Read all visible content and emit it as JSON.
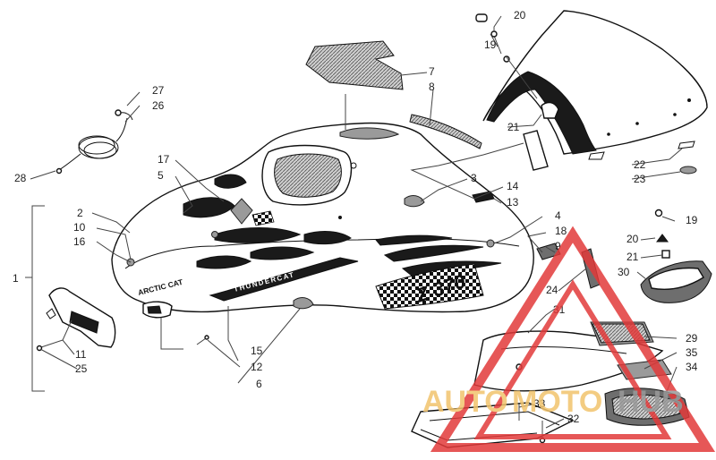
{
  "callouts": [
    {
      "id": "c1",
      "label": "1"
    },
    {
      "id": "c2",
      "label": "2"
    },
    {
      "id": "c3",
      "label": "3"
    },
    {
      "id": "c4",
      "label": "4"
    },
    {
      "id": "c5",
      "label": "5"
    },
    {
      "id": "c6",
      "label": "6"
    },
    {
      "id": "c7",
      "label": "7"
    },
    {
      "id": "c8",
      "label": "8"
    },
    {
      "id": "c9",
      "label": "9"
    },
    {
      "id": "c10",
      "label": "10"
    },
    {
      "id": "c11",
      "label": "11"
    },
    {
      "id": "c12",
      "label": "12"
    },
    {
      "id": "c13",
      "label": "13"
    },
    {
      "id": "c14",
      "label": "14"
    },
    {
      "id": "c15",
      "label": "15"
    },
    {
      "id": "c16",
      "label": "16"
    },
    {
      "id": "c17",
      "label": "17"
    },
    {
      "id": "c18",
      "label": "18"
    },
    {
      "id": "c19a",
      "label": "19"
    },
    {
      "id": "c19b",
      "label": "19"
    },
    {
      "id": "c20a",
      "label": "20"
    },
    {
      "id": "c20b",
      "label": "20"
    },
    {
      "id": "c21a",
      "label": "21"
    },
    {
      "id": "c21b",
      "label": "21"
    },
    {
      "id": "c22",
      "label": "22"
    },
    {
      "id": "c23",
      "label": "23"
    },
    {
      "id": "c24",
      "label": "24"
    },
    {
      "id": "c25",
      "label": "25"
    },
    {
      "id": "c26",
      "label": "26"
    },
    {
      "id": "c27",
      "label": "27"
    },
    {
      "id": "c28",
      "label": "28"
    },
    {
      "id": "c29",
      "label": "29"
    },
    {
      "id": "c30",
      "label": "30"
    },
    {
      "id": "c31",
      "label": "31"
    },
    {
      "id": "c32",
      "label": "32"
    },
    {
      "id": "c33",
      "label": "33"
    },
    {
      "id": "c34",
      "label": "34"
    },
    {
      "id": "c35",
      "label": "35"
    }
  ],
  "decals": {
    "brand": "ARCTIC CAT",
    "model": "Z 370",
    "stripe": "THUNDERCAT"
  },
  "watermark": {
    "part1": "AUTO",
    "part2": "MOTO",
    "part3": "HUB",
    "colors": {
      "auto": "#f2c46d",
      "moto": "#f2c46d",
      "hub": "#9a9a9a",
      "triangle": "#e23a3a"
    }
  }
}
